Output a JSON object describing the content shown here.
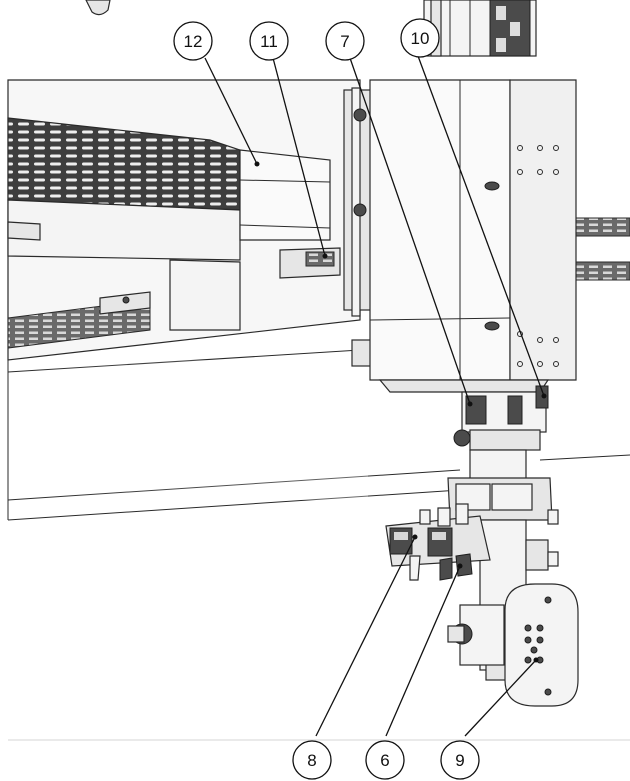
{
  "diagram": {
    "callouts": [
      {
        "id": "12",
        "label": "12"
      },
      {
        "id": "11",
        "label": "11"
      },
      {
        "id": "7",
        "label": "7"
      },
      {
        "id": "10",
        "label": "10"
      },
      {
        "id": "8",
        "label": "8"
      },
      {
        "id": "6",
        "label": "6"
      },
      {
        "id": "9",
        "label": "9"
      }
    ]
  }
}
